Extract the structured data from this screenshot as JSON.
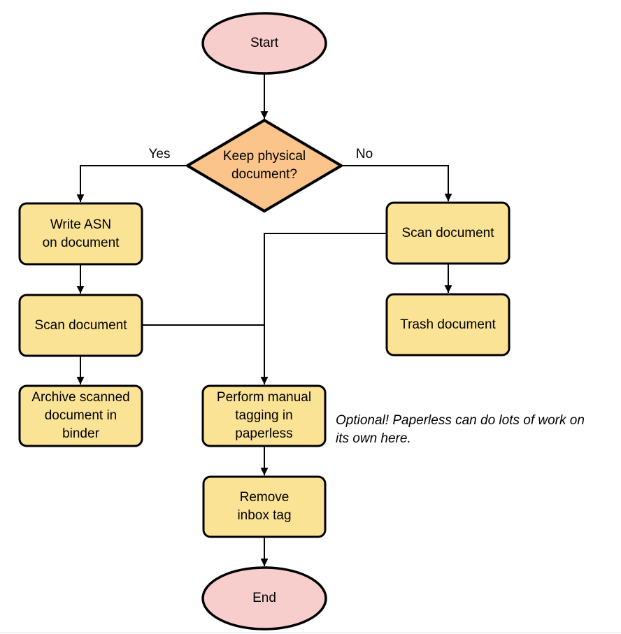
{
  "diagram": {
    "type": "flowchart",
    "colors": {
      "terminal_fill": "#f8cecc",
      "decision_fill": "#fac48a",
      "process_fill": "#fbe396",
      "stroke": "#000000",
      "background": "#ffffff"
    },
    "nodes": {
      "start": {
        "type": "terminal",
        "label": "Start"
      },
      "decision": {
        "type": "decision",
        "label": "Keep physical\ndocument?"
      },
      "write_asn": {
        "type": "process",
        "label": "Write ASN\non document"
      },
      "scan_left": {
        "type": "process",
        "label": "Scan document"
      },
      "archive": {
        "type": "process",
        "label": "Archive scanned\ndocument in\nbinder"
      },
      "scan_right": {
        "type": "process",
        "label": "Scan document"
      },
      "trash": {
        "type": "process",
        "label": "Trash document"
      },
      "tagging": {
        "type": "process",
        "label": "Perform manual\ntagging in\npaperless"
      },
      "remove_inbox": {
        "type": "process",
        "label": "Remove\ninbox tag"
      },
      "end": {
        "type": "terminal",
        "label": "End"
      }
    },
    "edge_labels": {
      "yes": "Yes",
      "no": "No"
    },
    "edges": [
      {
        "from": "start",
        "to": "decision",
        "label": ""
      },
      {
        "from": "decision",
        "to": "write_asn",
        "label": "Yes"
      },
      {
        "from": "decision",
        "to": "scan_right",
        "label": "No"
      },
      {
        "from": "write_asn",
        "to": "scan_left",
        "label": ""
      },
      {
        "from": "scan_left",
        "to": "archive",
        "label": ""
      },
      {
        "from": "scan_right",
        "to": "trash",
        "label": ""
      },
      {
        "from": "scan_left",
        "to": "tagging",
        "label": ""
      },
      {
        "from": "scan_right",
        "to": "tagging",
        "label": ""
      },
      {
        "from": "tagging",
        "to": "remove_inbox",
        "label": ""
      },
      {
        "from": "remove_inbox",
        "to": "end",
        "label": ""
      }
    ],
    "note": "Optional! Paperless can do lots of work on\nits own here."
  }
}
